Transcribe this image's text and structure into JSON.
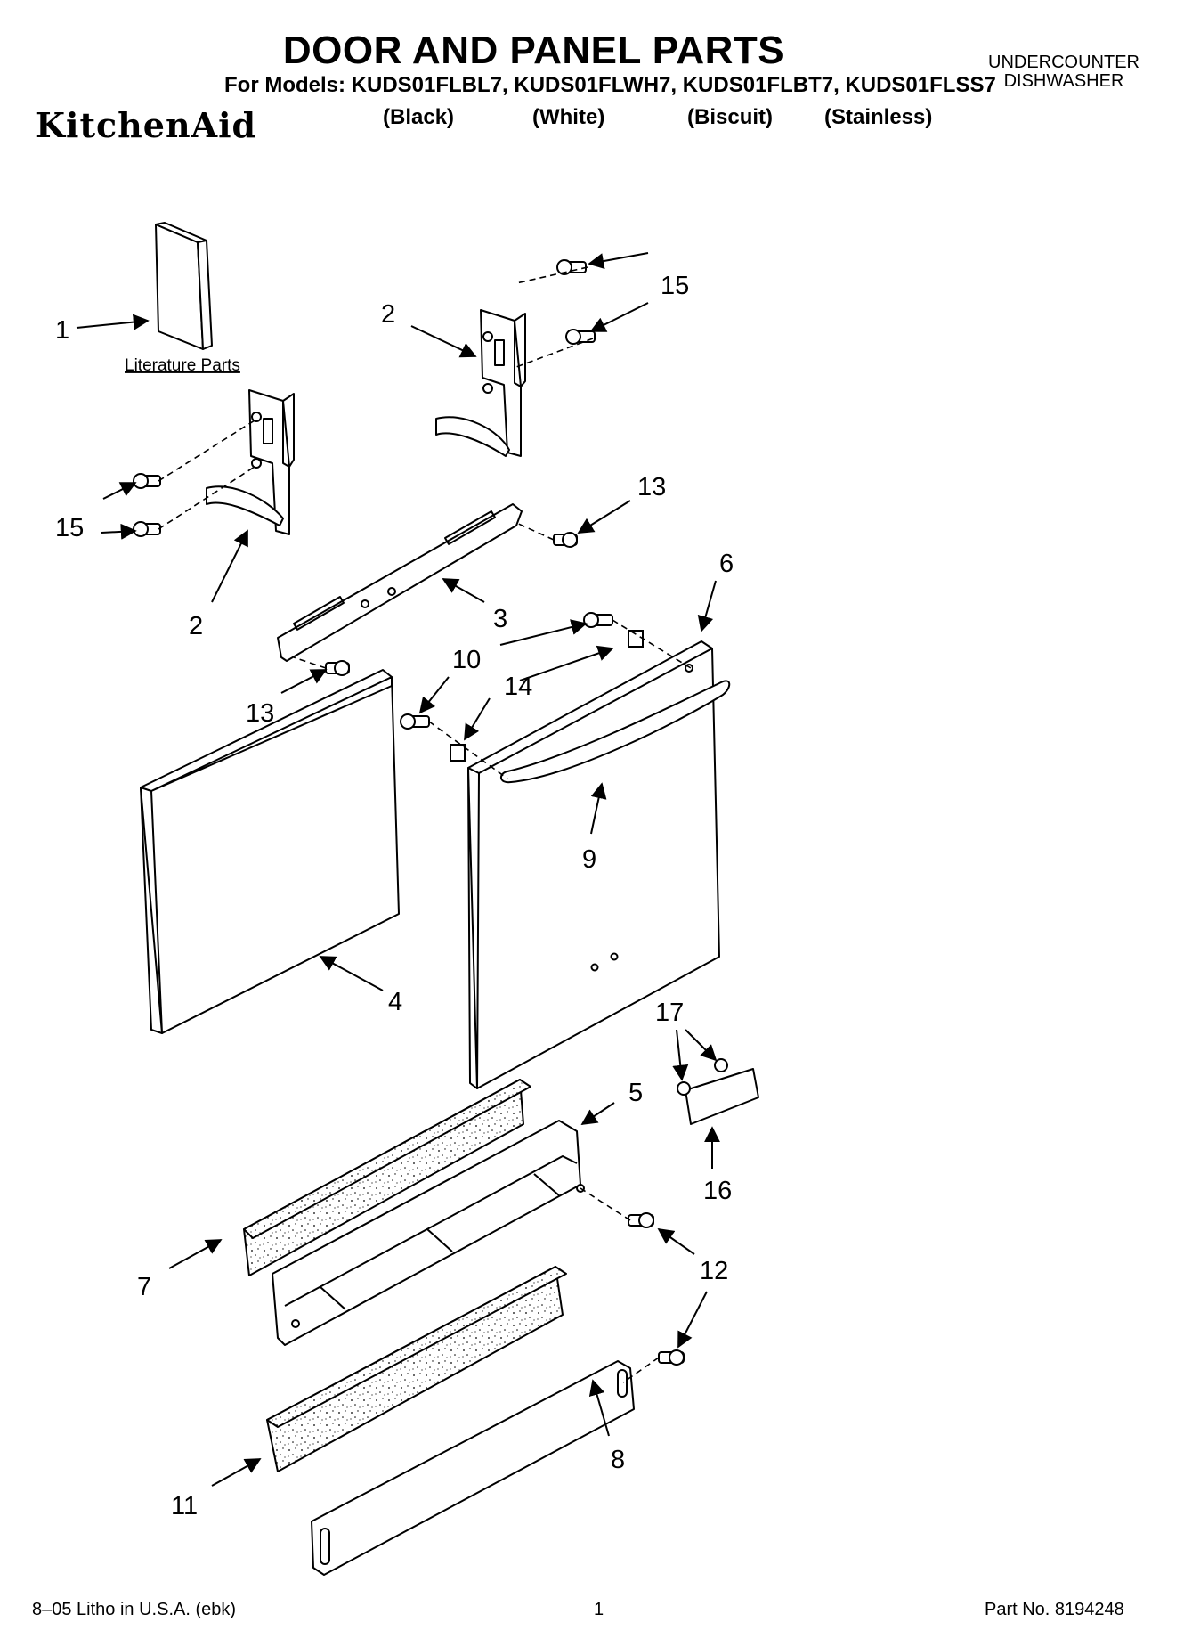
{
  "header": {
    "title": "DOOR AND PANEL PARTS",
    "models_line": "For Models: KUDS01FLBL7, KUDS01FLWH7, KUDS01FLBT7, KUDS01FLSS7",
    "appliance_type_line1": "UNDERCOUNTER",
    "appliance_type_line2": "DISHWASHER",
    "brand": "KitchenAid",
    "variants": [
      "(Black)",
      "(White)",
      "(Biscuit)",
      "(Stainless)"
    ]
  },
  "diagram": {
    "literature_label": "Literature Parts",
    "callouts": [
      "1",
      "2",
      "15",
      "15",
      "2",
      "13",
      "3",
      "6",
      "10",
      "14",
      "13",
      "9",
      "4",
      "17",
      "5",
      "16",
      "7",
      "12",
      "8",
      "11"
    ]
  },
  "footer": {
    "litho": "8–05 Litho in U.S.A. (ebk)",
    "page": "1",
    "part_no": "Part No. 8194248"
  }
}
